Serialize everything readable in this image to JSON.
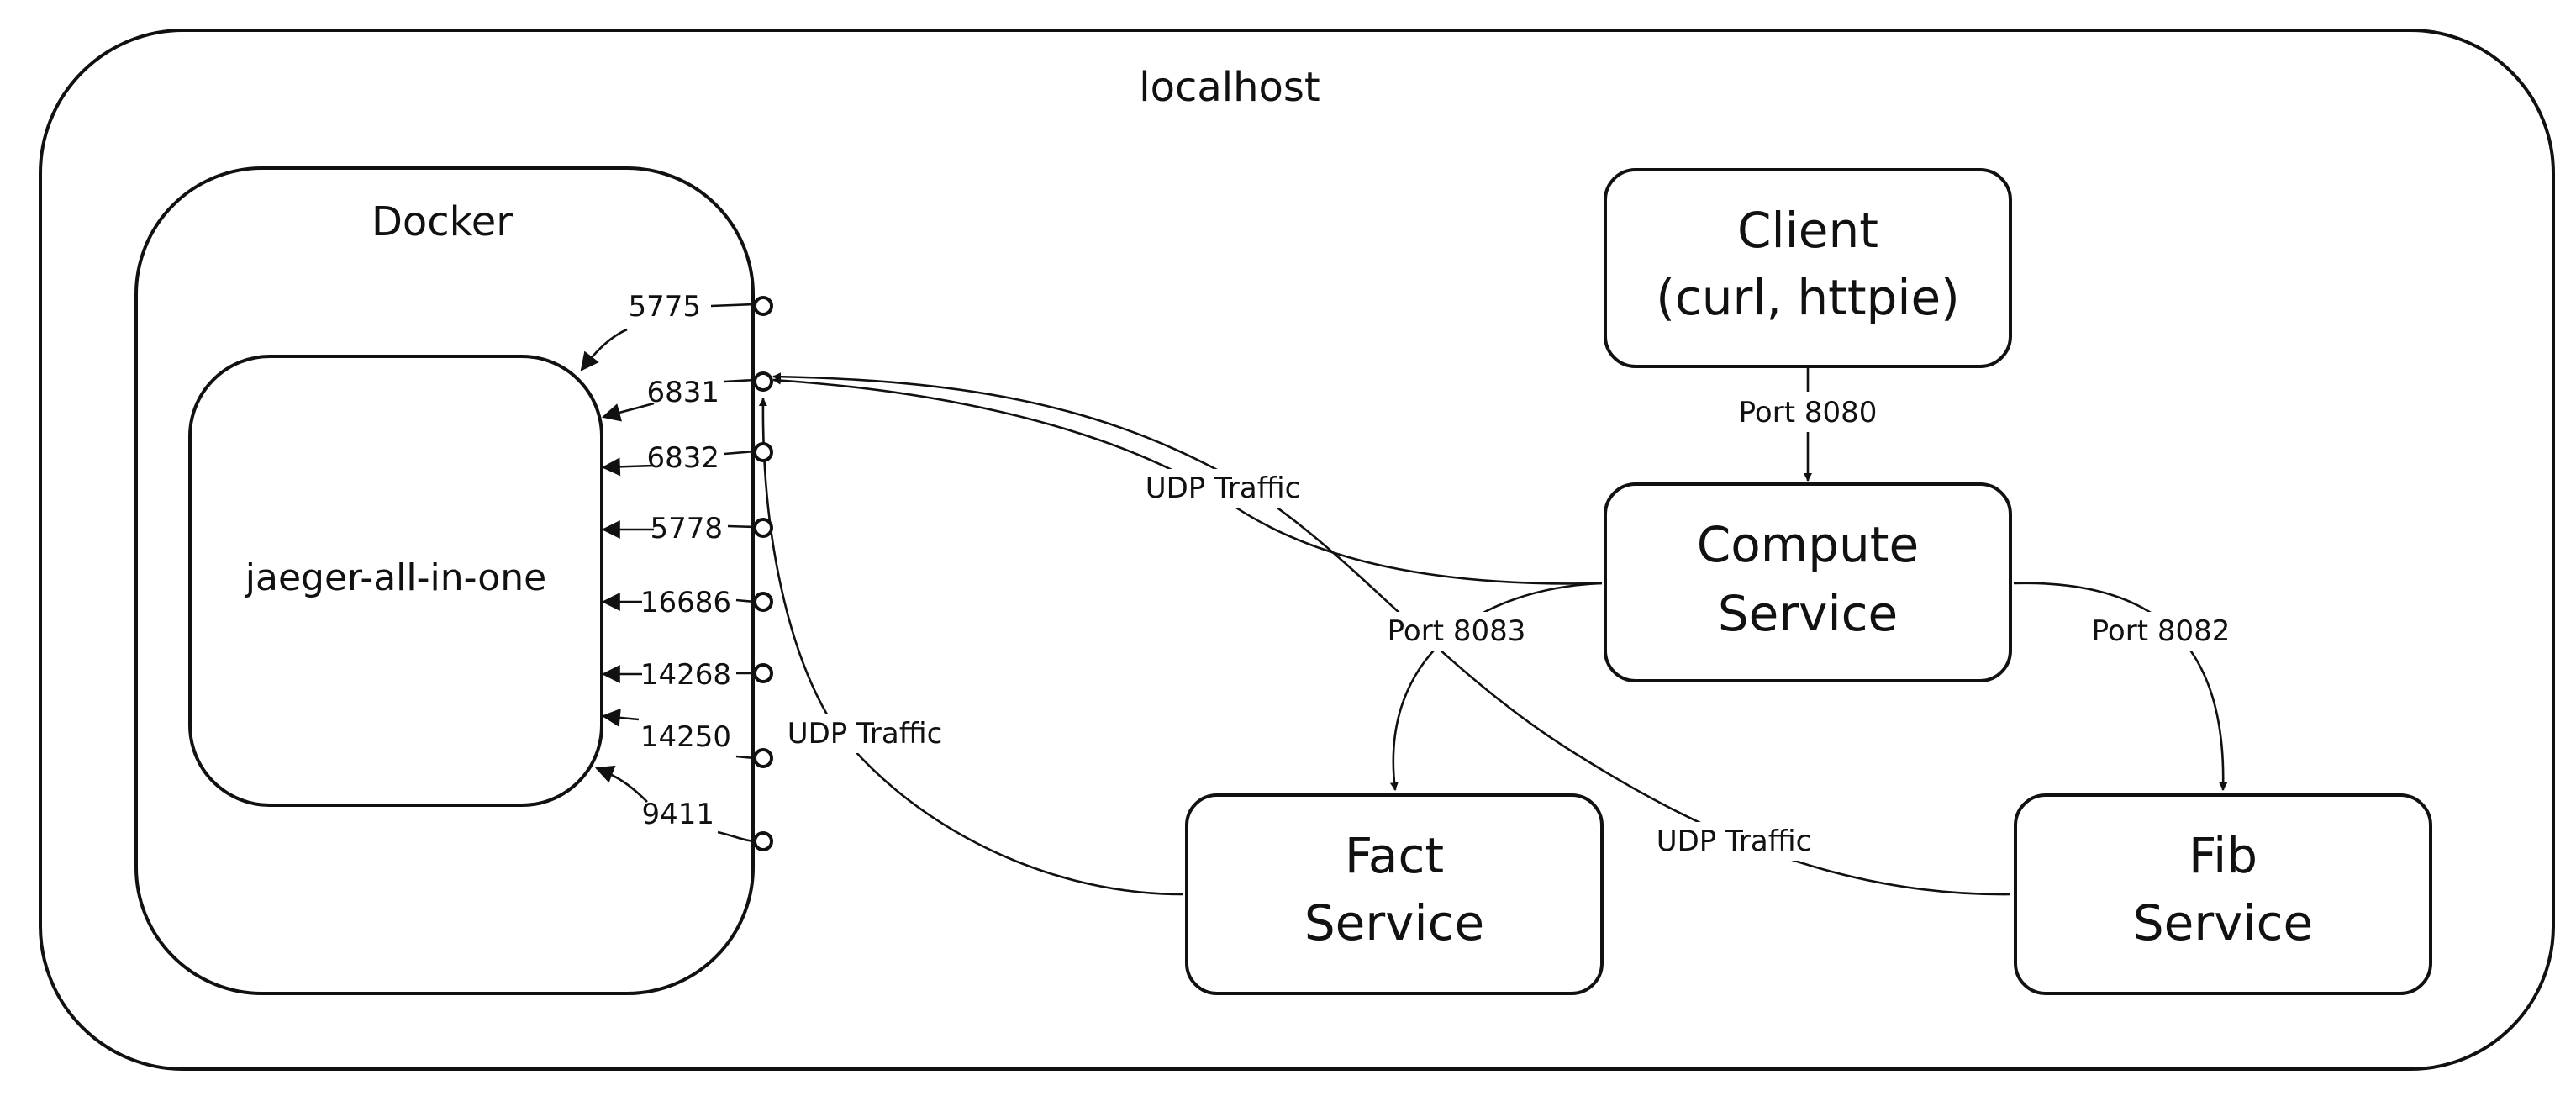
{
  "host": {
    "title": "localhost"
  },
  "docker": {
    "title": "Docker"
  },
  "jaeger": {
    "label": "jaeger-all-in-one"
  },
  "ports": [
    "5775",
    "6831",
    "6832",
    "5778",
    "16686",
    "14268",
    "14250",
    "9411"
  ],
  "services": {
    "client": {
      "line1": "Client",
      "line2": "(curl, httpie)"
    },
    "compute": {
      "line1": "Compute",
      "line2": "Service"
    },
    "fact": {
      "line1": "Fact",
      "line2": "Service"
    },
    "fib": {
      "line1": "Fib",
      "line2": "Service"
    }
  },
  "edges": {
    "client_to_compute": "Port 8080",
    "compute_to_fact": "Port 8083",
    "compute_to_fib": "Port 8082",
    "compute_udp": "UDP Traffic",
    "fact_udp": "UDP Traffic",
    "fib_udp": "UDP Traffic"
  }
}
